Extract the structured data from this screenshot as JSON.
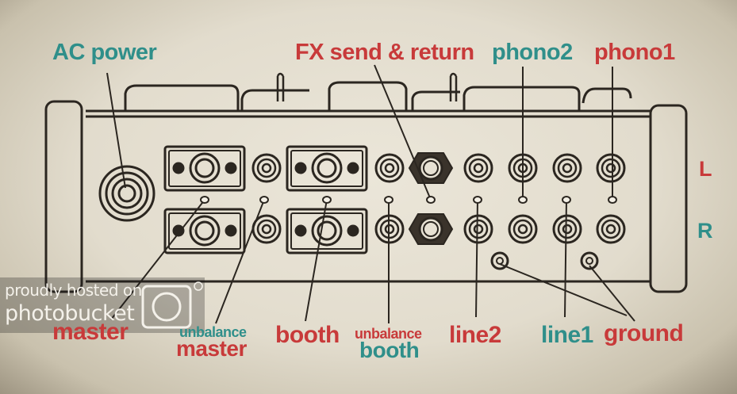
{
  "labels": {
    "ac_power": "AC power",
    "fx": "FX send & return",
    "phono2": "phono2",
    "phono1": "phono1",
    "left": "L",
    "right": "R",
    "master": "master",
    "unbalance_master_small": "unbalance",
    "unbalance_master_big": "master",
    "booth": "booth",
    "unbalance_booth_small": "unbalance",
    "unbalance_booth_big": "booth",
    "line2": "line2",
    "line1": "line1",
    "ground": "ground"
  },
  "watermark": {
    "line1": "proudly hosted on",
    "line2": "photobucket"
  },
  "colors": {
    "red": "#c83a3a",
    "teal": "#2f8f8a",
    "ink": "#2b2620",
    "paper": "#e7e1d3"
  }
}
